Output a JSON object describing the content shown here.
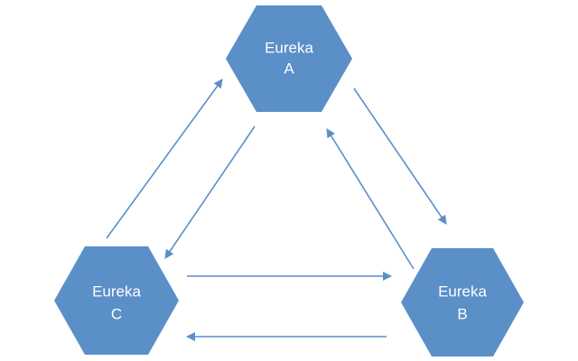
{
  "colors": {
    "node_fill": "#5b8fc8",
    "edge_stroke": "#5b8fc8",
    "background": "#ffffff"
  },
  "nodes": [
    {
      "id": "a",
      "line1": "Eureka",
      "line2": "A"
    },
    {
      "id": "b",
      "line1": "Eureka",
      "line2": "B"
    },
    {
      "id": "c",
      "line1": "Eureka",
      "line2": "C"
    }
  ],
  "edges": [
    {
      "from": "a",
      "to": "b"
    },
    {
      "from": "b",
      "to": "a"
    },
    {
      "from": "a",
      "to": "c"
    },
    {
      "from": "c",
      "to": "a"
    },
    {
      "from": "c",
      "to": "b"
    },
    {
      "from": "b",
      "to": "c"
    }
  ]
}
